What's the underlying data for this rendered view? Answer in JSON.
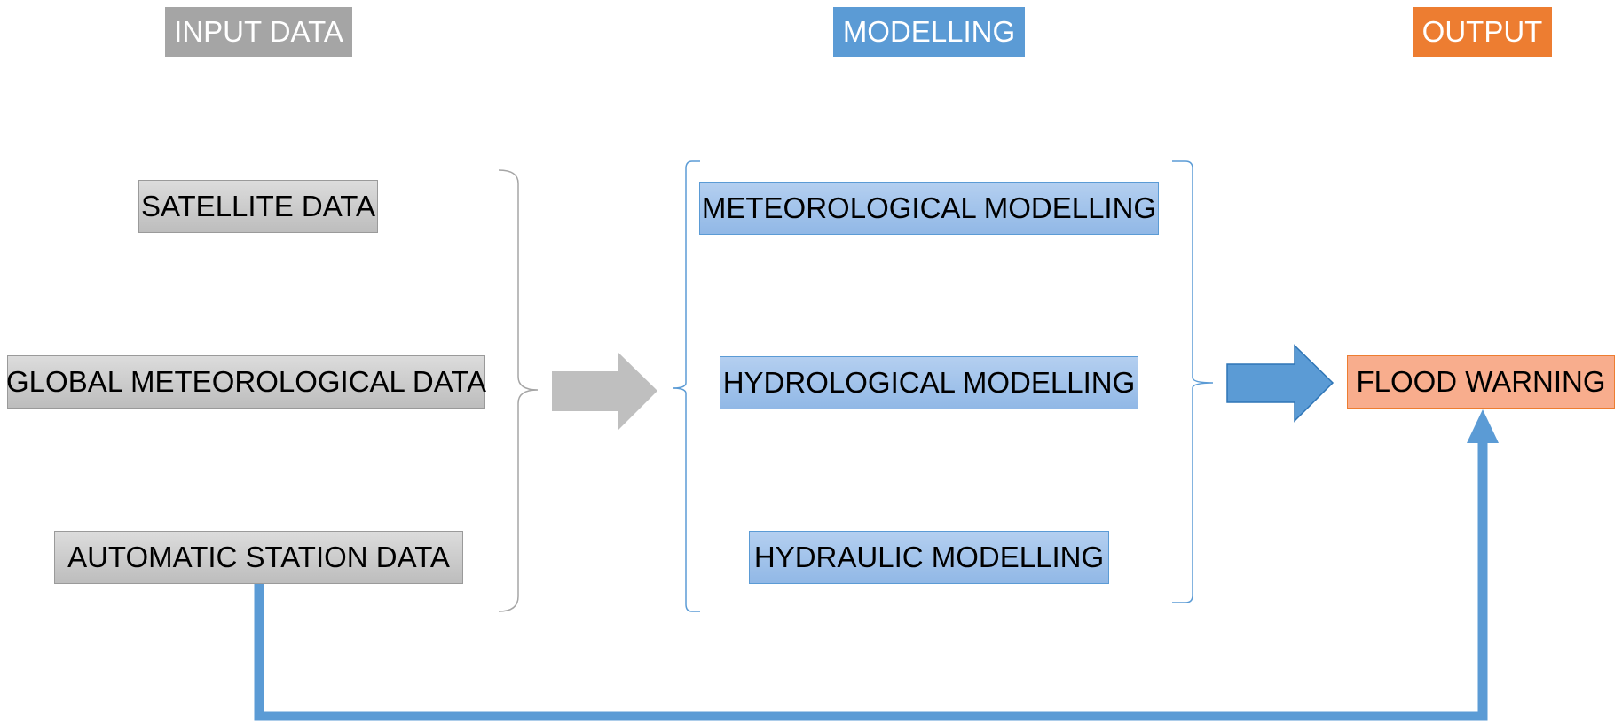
{
  "headers": {
    "input": "INPUT DATA",
    "modelling": "MODELLING",
    "output": "OUTPUT"
  },
  "inputs": {
    "satellite": "SATELLITE DATA",
    "global": "GLOBAL METEOROLOGICAL DATA",
    "station": "AUTOMATIC STATION DATA"
  },
  "models": {
    "meteorological": "METEOROLOGICAL MODELLING",
    "hydrological": "HYDROLOGICAL MODELLING",
    "hydraulic": "HYDRAULIC MODELLING"
  },
  "output": {
    "flood_warning": "FLOOD WARNING"
  },
  "colors": {
    "input": "#a5a5a5",
    "modelling": "#5b9bd5",
    "output": "#ed7d31"
  }
}
